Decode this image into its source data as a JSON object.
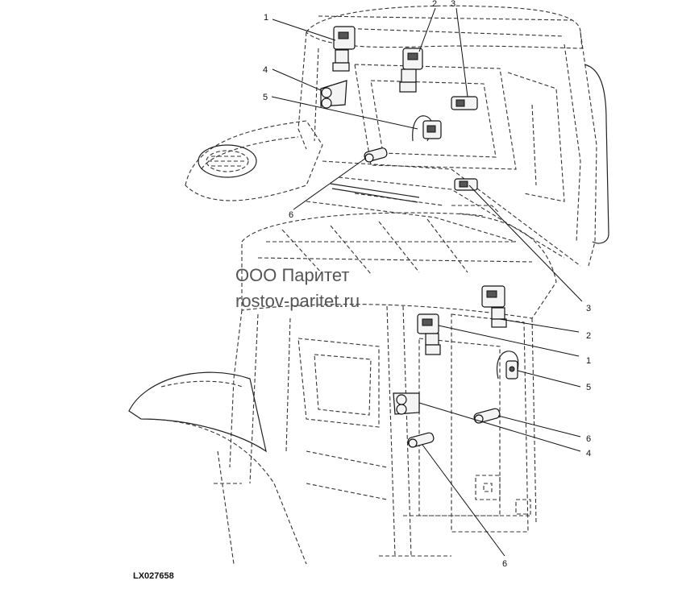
{
  "watermark": {
    "company": "ООО Паритет",
    "site": "rostov-paritet.ru"
  },
  "figure_id": "LX027658",
  "callouts": {
    "top": [
      "1",
      "2",
      "3",
      "4",
      "5",
      "6",
      "3"
    ],
    "bottom": [
      "2",
      "1",
      "5",
      "6",
      "4",
      "6"
    ]
  }
}
